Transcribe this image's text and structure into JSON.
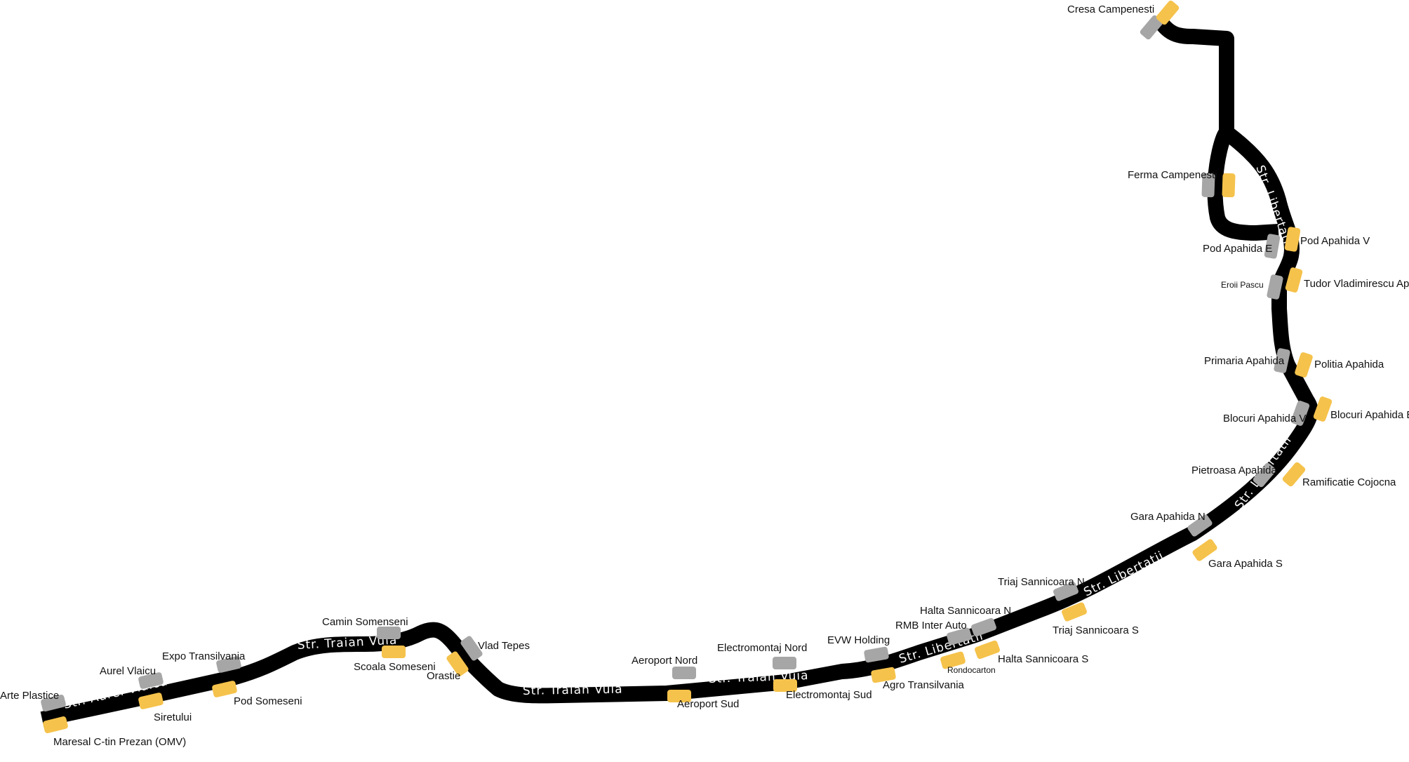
{
  "map": {
    "colors": {
      "route": "#000000",
      "stop_gray": "#a6a6a6",
      "stop_yellow": "#f5c24b",
      "background": "#ffffff"
    },
    "streets": {
      "aurel_vlaicu": "Str. Aurel Vlaicu",
      "traian_vuia_1": "Str. Traian Vuia",
      "traian_vuia_2": "Str. Traian Vuia",
      "traian_vuia_3": "Str. Traian Vuia",
      "libertatii_1": "Str. Libertatii",
      "libertatii_2": "Str. Libertatii",
      "libertatii_3": "Str. Libertatii",
      "libertatii_4": "Str. Libertatii"
    },
    "stops": [
      {
        "id": "arte-plastice",
        "label": "Arte Plastice"
      },
      {
        "id": "maresal-prezan",
        "label": "Maresal  C-tin Prezan (OMV)"
      },
      {
        "id": "aurel-vlaicu",
        "label": "Aurel Vlaicu"
      },
      {
        "id": "siretului",
        "label": "Siretului"
      },
      {
        "id": "expo-transilvania",
        "label": "Expo Transilvania"
      },
      {
        "id": "pod-someseni",
        "label": "Pod Someseni"
      },
      {
        "id": "camin-someseni",
        "label": "Camin Somenseni"
      },
      {
        "id": "scoala-someseni",
        "label": "Scoala  Someseni"
      },
      {
        "id": "vlad-tepes",
        "label": "Vlad Tepes"
      },
      {
        "id": "orastie",
        "label": "Orastie"
      },
      {
        "id": "aeroport-nord",
        "label": "Aeroport Nord"
      },
      {
        "id": "aeroport-sud",
        "label": "Aeroport Sud"
      },
      {
        "id": "electromontaj-nord",
        "label": "Electromontaj Nord"
      },
      {
        "id": "electromontaj-sud",
        "label": "Electromontaj Sud"
      },
      {
        "id": "evw-holding",
        "label": "EVW  Holding"
      },
      {
        "id": "agro-transilvania",
        "label": "Agro Transilvania"
      },
      {
        "id": "rmb-inter-auto",
        "label": "RMB Inter Auto"
      },
      {
        "id": "rondocarton",
        "label": "Rondocarton"
      },
      {
        "id": "halta-sannicoara-n",
        "label": "Halta Sannicoara N"
      },
      {
        "id": "halta-sannicoara-s",
        "label": "Halta Sannicoara S"
      },
      {
        "id": "triaj-sannicoara-n",
        "label": "Triaj Sannicoara N"
      },
      {
        "id": "triaj-sannicoara-s",
        "label": "Triaj Sannicoara S"
      },
      {
        "id": "gara-apahida-n",
        "label": "Gara Apahida N"
      },
      {
        "id": "gara-apahida-s",
        "label": "Gara Apahida S"
      },
      {
        "id": "pietroasa-apahida",
        "label": "Pietroasa Apahida"
      },
      {
        "id": "ramificatie-cojocna",
        "label": "Ramificatie Cojocna"
      },
      {
        "id": "blocuri-apahida-v",
        "label": "Blocuri Apahida V"
      },
      {
        "id": "blocuri-apahida-e",
        "label": "Blocuri Apahida E"
      },
      {
        "id": "primaria-apahida",
        "label": "Primaria Apahida"
      },
      {
        "id": "politia-apahida",
        "label": "Politia Apahida"
      },
      {
        "id": "eroii-pascu",
        "label": "Eroii Pascu"
      },
      {
        "id": "tudor-vladimirescu-ap",
        "label": "Tudor Vladimirescu Ap"
      },
      {
        "id": "pod-apahida-e",
        "label": "Pod Apahida E"
      },
      {
        "id": "pod-apahida-v",
        "label": "Pod Apahida V"
      },
      {
        "id": "ferma-campenesti",
        "label": "Ferma Campenesti"
      },
      {
        "id": "cresa-campenesti",
        "label": "Cresa Campenesti"
      }
    ]
  }
}
